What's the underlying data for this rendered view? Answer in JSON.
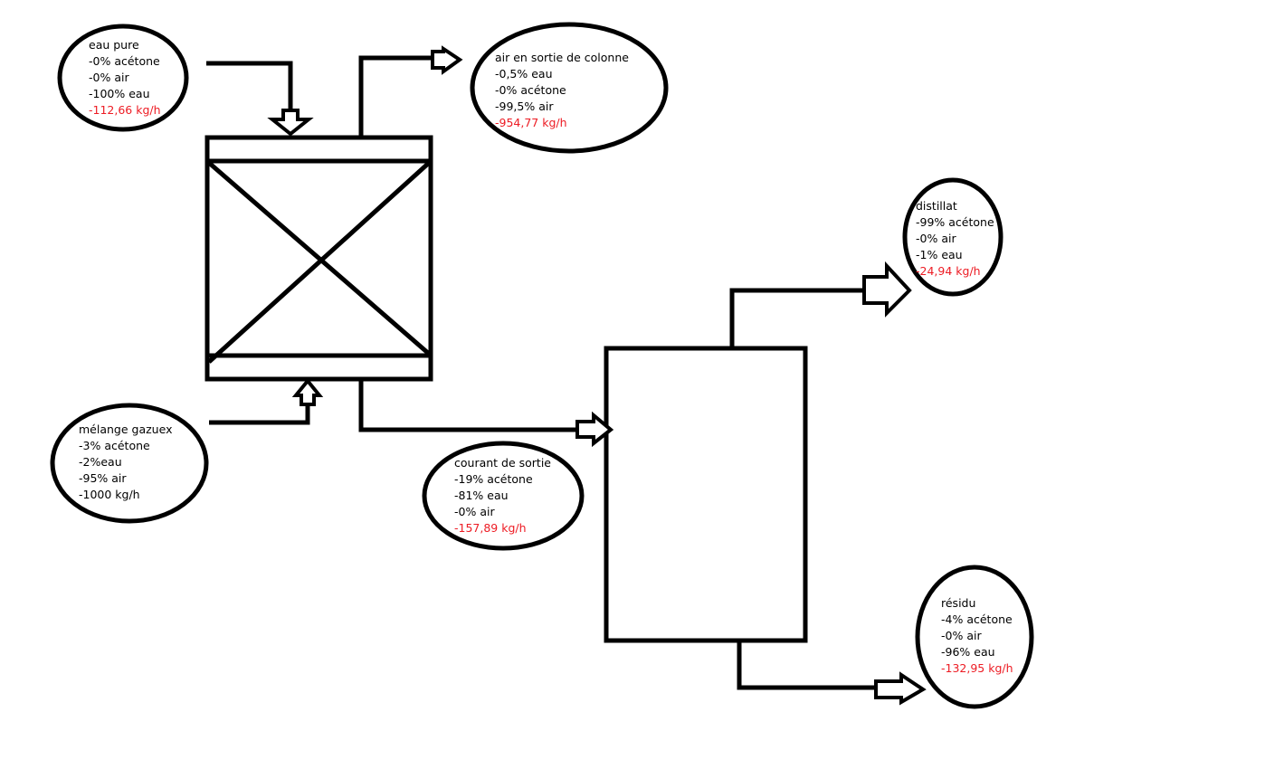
{
  "streams": {
    "eau_pure": {
      "title": "eau pure",
      "lines": [
        "-0% acétone",
        "-0% air",
        "-100% eau"
      ],
      "flow": "-112,66 kg/h"
    },
    "air_sortie": {
      "title": "air en sortie de  colonne",
      "lines": [
        "-0,5% eau",
        "-0% acétone",
        "-99,5% air"
      ],
      "flow": "-954,77 kg/h"
    },
    "melange": {
      "title": "mélange gazuex",
      "lines": [
        "-3% acétone",
        "-2%eau",
        "-95% air"
      ],
      "flow": "-1000 kg/h"
    },
    "courant": {
      "title": "courant de sortie",
      "lines": [
        "-19% acétone",
        "-81% eau",
        "-0% air"
      ],
      "flow": "-157,89 kg/h"
    },
    "distillat": {
      "title": "distillat",
      "lines": [
        "-99% acétone",
        "-0% air",
        "-1% eau"
      ],
      "flow": "-24,94 kg/h"
    },
    "residu": {
      "title": "résidu",
      "lines": [
        "-4% acétone",
        "-0% air",
        "-96% eau"
      ],
      "flow": "-132,95 kg/h"
    }
  },
  "colors": {
    "flow_highlight": "#ed1c24",
    "stroke": "#000000"
  }
}
